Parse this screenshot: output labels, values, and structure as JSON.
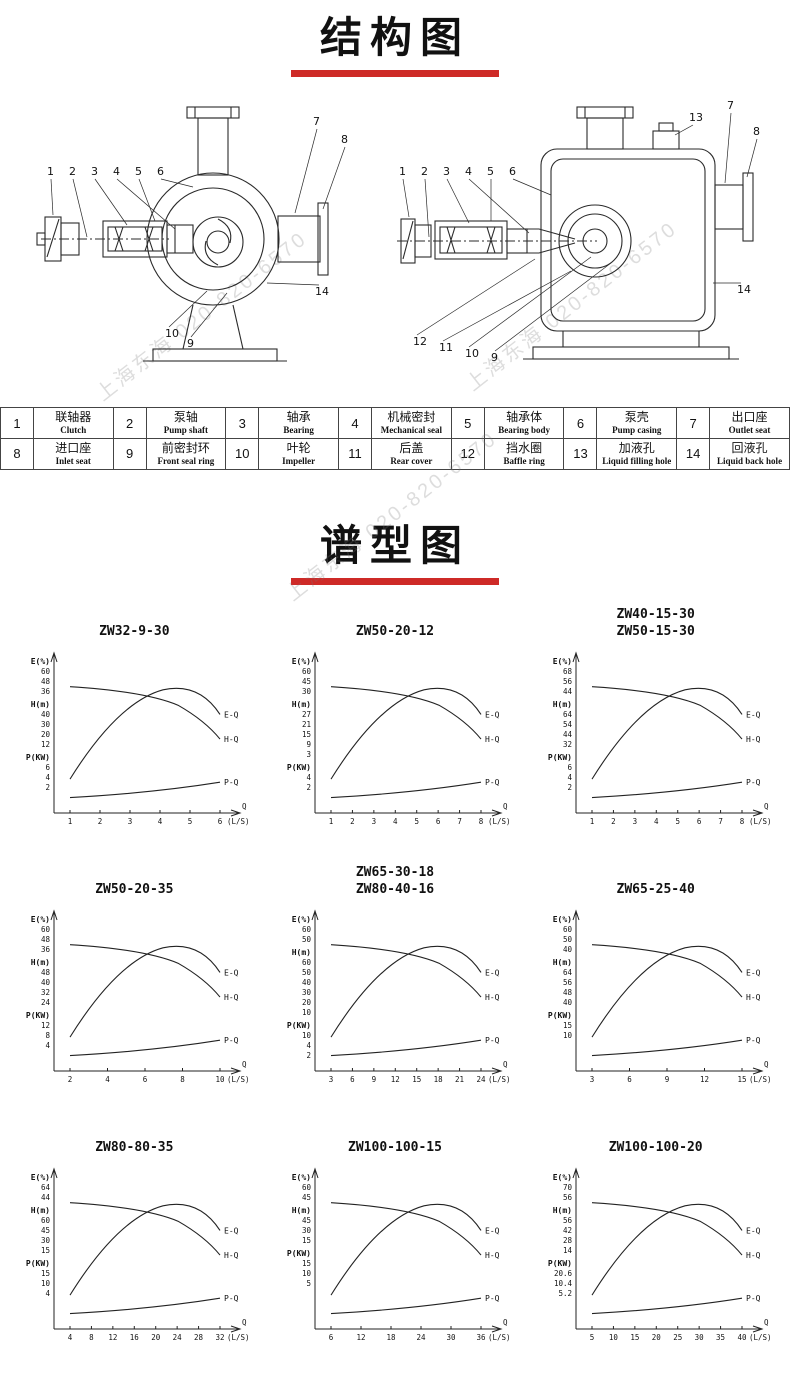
{
  "sections": {
    "structure_title": "结构图",
    "spectrum_title": "谱型图"
  },
  "watermark_text": "上海东海 020-820-6570",
  "diagram": {
    "left_callouts": [
      "1",
      "2",
      "3",
      "4",
      "5",
      "6",
      "7",
      "8",
      "14",
      "10",
      "9"
    ],
    "right_callouts": [
      "1",
      "2",
      "3",
      "4",
      "5",
      "6",
      "7",
      "13",
      "8",
      "14",
      "12",
      "11",
      "10",
      "9"
    ]
  },
  "parts_table": {
    "rows": [
      [
        {
          "num": "1",
          "cn": "联轴器",
          "en": "Clutch"
        },
        {
          "num": "2",
          "cn": "泵轴",
          "en": "Pump shaft"
        },
        {
          "num": "3",
          "cn": "轴承",
          "en": "Bearing"
        },
        {
          "num": "4",
          "cn": "机械密封",
          "en": "Mechanical seal"
        },
        {
          "num": "5",
          "cn": "轴承体",
          "en": "Bearing body"
        },
        {
          "num": "6",
          "cn": "泵壳",
          "en": "Pump casing"
        },
        {
          "num": "7",
          "cn": "出口座",
          "en": "Outlet seat"
        }
      ],
      [
        {
          "num": "8",
          "cn": "进口座",
          "en": "Inlet seat"
        },
        {
          "num": "9",
          "cn": "前密封环",
          "en": "Front seal ring"
        },
        {
          "num": "10",
          "cn": "叶轮",
          "en": "Impeller"
        },
        {
          "num": "11",
          "cn": "后盖",
          "en": "Rear cover"
        },
        {
          "num": "12",
          "cn": "挡水圈",
          "en": "Baffle ring"
        },
        {
          "num": "13",
          "cn": "加液孔",
          "en": "Liquid filling hole"
        },
        {
          "num": "14",
          "cn": "回液孔",
          "en": "Liquid back hole"
        }
      ]
    ]
  },
  "curve_labels": {
    "e": "E-Q",
    "h": "H-Q",
    "p": "P-Q"
  },
  "charts": [
    {
      "titles": [
        "ZW32-9-30"
      ],
      "e_label": "E(%)",
      "e_ticks": [
        60,
        48,
        36
      ],
      "h_label": "H(m)",
      "h_ticks": [
        40,
        30,
        20,
        12
      ],
      "p_label": "P(KW)",
      "p_ticks": [
        6,
        4,
        2
      ],
      "x_ticks": [
        1,
        2,
        3,
        4,
        5,
        6
      ],
      "x_unit": "(L/S)",
      "q_label": "Q"
    },
    {
      "titles": [
        "ZW50-20-12"
      ],
      "e_label": "E(%)",
      "e_ticks": [
        60,
        45,
        30
      ],
      "h_label": "H(m)",
      "h_ticks": [
        27,
        21,
        15,
        9,
        3
      ],
      "p_label": "P(KW)",
      "p_ticks": [
        4,
        2
      ],
      "x_ticks": [
        1,
        2,
        3,
        4,
        5,
        6,
        7,
        8
      ],
      "x_unit": "(L/S)",
      "q_label": "Q"
    },
    {
      "titles": [
        "ZW40-15-30",
        "ZW50-15-30"
      ],
      "e_label": "E(%)",
      "e_ticks": [
        68,
        56,
        44
      ],
      "h_label": "H(m)",
      "h_ticks": [
        64,
        54,
        44,
        32
      ],
      "p_label": "P(KW)",
      "p_ticks": [
        6,
        4,
        2
      ],
      "x_ticks": [
        1,
        2,
        3,
        4,
        5,
        6,
        7,
        8
      ],
      "x_unit": "(L/S)",
      "q_label": "Q"
    },
    {
      "titles": [
        "ZW50-20-35"
      ],
      "e_label": "E(%)",
      "e_ticks": [
        60,
        48,
        36
      ],
      "h_label": "H(m)",
      "h_ticks": [
        48,
        40,
        32,
        24
      ],
      "p_label": "P(KW)",
      "p_ticks": [
        12,
        8,
        4
      ],
      "x_ticks": [
        2,
        4,
        6,
        8,
        10
      ],
      "x_unit": "(L/S)",
      "q_label": "Q"
    },
    {
      "titles": [
        "ZW65-30-18",
        "ZW80-40-16"
      ],
      "e_label": "E(%)",
      "e_ticks": [
        60,
        50
      ],
      "h_label": "H(m)",
      "h_ticks": [
        60,
        50,
        40,
        30,
        20,
        10
      ],
      "p_label": "P(KW)",
      "p_ticks": [
        10,
        4,
        2
      ],
      "x_ticks": [
        3,
        6,
        9,
        12,
        15,
        18,
        21,
        24
      ],
      "x_unit": "(L/S)",
      "q_label": "Q"
    },
    {
      "titles": [
        "ZW65-25-40"
      ],
      "e_label": "E(%)",
      "e_ticks": [
        60,
        50,
        40
      ],
      "h_label": "H(m)",
      "h_ticks": [
        64,
        56,
        48,
        40
      ],
      "p_label": "P(KW)",
      "p_ticks": [
        15,
        10
      ],
      "x_ticks": [
        3,
        6,
        9,
        12,
        15
      ],
      "x_unit": "(L/S)",
      "q_label": "Q"
    },
    {
      "titles": [
        "ZW80-80-35"
      ],
      "e_label": "E(%)",
      "e_ticks": [
        64,
        44
      ],
      "h_label": "H(m)",
      "h_ticks": [
        60,
        45,
        30,
        15
      ],
      "p_label": "P(KW)",
      "p_ticks": [
        15,
        10,
        4
      ],
      "x_ticks": [
        4,
        8,
        12,
        16,
        20,
        24,
        28,
        32
      ],
      "x_unit": "(L/S)",
      "q_label": "Q"
    },
    {
      "titles": [
        "ZW100-100-15"
      ],
      "e_label": "E(%)",
      "e_ticks": [
        60,
        45
      ],
      "h_label": "H(m)",
      "h_ticks": [
        45,
        30,
        15
      ],
      "p_label": "P(KW)",
      "p_ticks": [
        15,
        10,
        5
      ],
      "x_ticks": [
        6,
        12,
        18,
        24,
        30,
        36
      ],
      "x_unit": "(L/S)",
      "q_label": "Q"
    },
    {
      "titles": [
        "ZW100-100-20"
      ],
      "e_label": "E(%)",
      "e_ticks": [
        70,
        56
      ],
      "h_label": "H(m)",
      "h_ticks": [
        56,
        42,
        28,
        14
      ],
      "p_label": "P(KW)",
      "p_ticks": [
        "20.6",
        "10.4",
        "5.2"
      ],
      "x_ticks": [
        5,
        10,
        15,
        20,
        25,
        30,
        35,
        40
      ],
      "x_unit": "(L/S)",
      "q_label": "Q"
    }
  ]
}
